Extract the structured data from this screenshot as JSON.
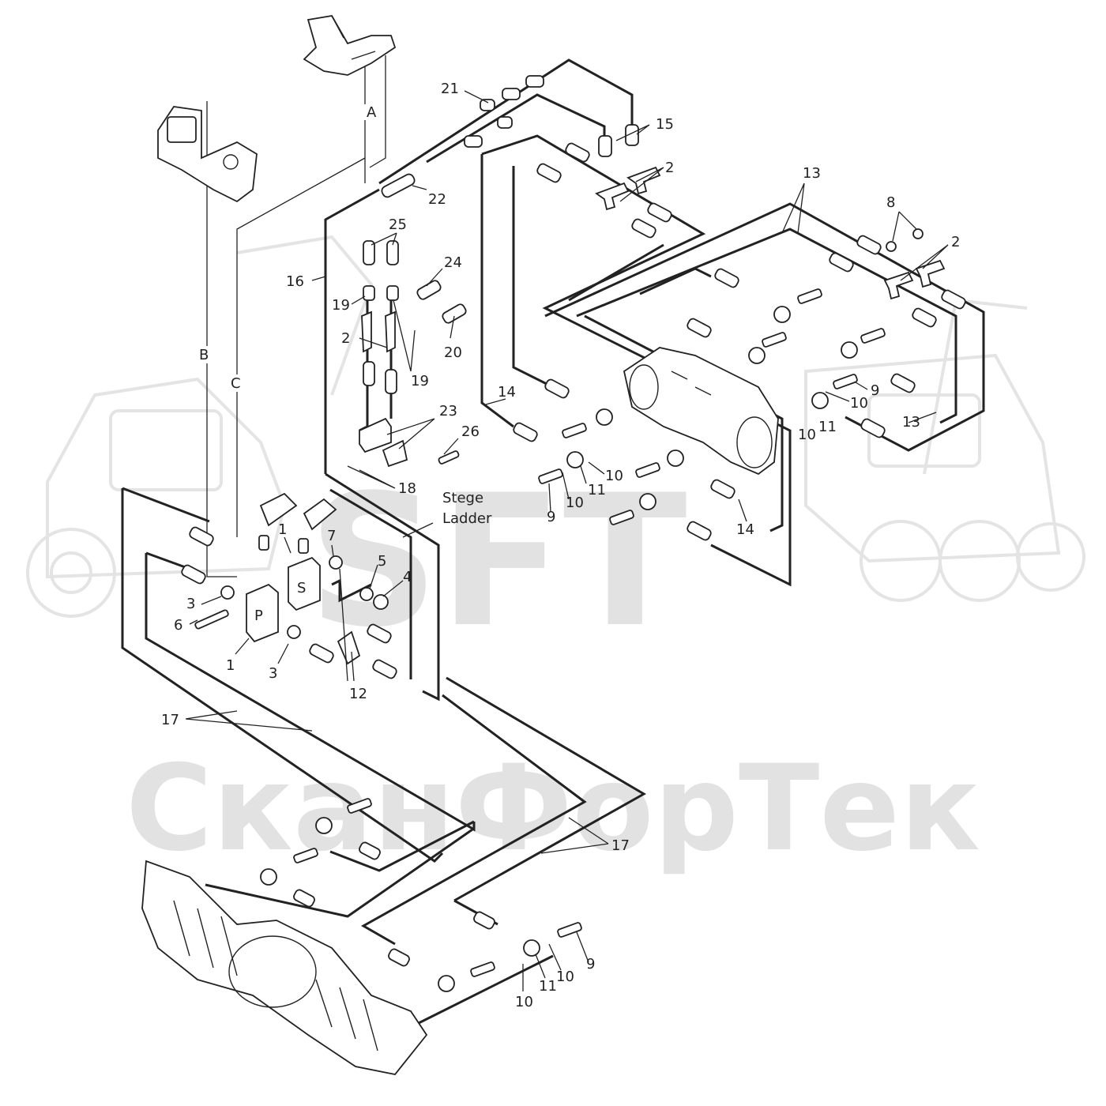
{
  "watermark": {
    "logo_text": "SFT",
    "brand_text": "СканФорТек"
  },
  "lines": {
    "A": "A",
    "B": "B",
    "C": "C"
  },
  "ladder": {
    "line1": "Stege",
    "line2": "Ladder"
  },
  "blocks": {
    "P": "P",
    "S": "S"
  },
  "callouts": [
    {
      "id": "c21",
      "text": "21"
    },
    {
      "id": "c15",
      "text": "15"
    },
    {
      "id": "c2a",
      "text": "2"
    },
    {
      "id": "c22",
      "text": "22"
    },
    {
      "id": "c13a",
      "text": "13"
    },
    {
      "id": "c8",
      "text": "8"
    },
    {
      "id": "c2b",
      "text": "2"
    },
    {
      "id": "c25",
      "text": "25"
    },
    {
      "id": "c16",
      "text": "16"
    },
    {
      "id": "c24",
      "text": "24"
    },
    {
      "id": "c19a",
      "text": "19"
    },
    {
      "id": "c2c",
      "text": "2"
    },
    {
      "id": "c20",
      "text": "20"
    },
    {
      "id": "c19b",
      "text": "19"
    },
    {
      "id": "c9a",
      "text": "9"
    },
    {
      "id": "c10a",
      "text": "10"
    },
    {
      "id": "c13b",
      "text": "13"
    },
    {
      "id": "c14a",
      "text": "14"
    },
    {
      "id": "c10b",
      "text": "10"
    },
    {
      "id": "c11a",
      "text": "11"
    },
    {
      "id": "c23",
      "text": "23"
    },
    {
      "id": "c26",
      "text": "26"
    },
    {
      "id": "c10c",
      "text": "10"
    },
    {
      "id": "c11b",
      "text": "11"
    },
    {
      "id": "c10d",
      "text": "10"
    },
    {
      "id": "c9b",
      "text": "9"
    },
    {
      "id": "c18",
      "text": "18"
    },
    {
      "id": "c14b",
      "text": "14"
    },
    {
      "id": "c1a",
      "text": "1"
    },
    {
      "id": "c7",
      "text": "7"
    },
    {
      "id": "c5",
      "text": "5"
    },
    {
      "id": "c4",
      "text": "4"
    },
    {
      "id": "c3a",
      "text": "3"
    },
    {
      "id": "c6",
      "text": "6"
    },
    {
      "id": "c1b",
      "text": "1"
    },
    {
      "id": "c3b",
      "text": "3"
    },
    {
      "id": "c12",
      "text": "12"
    },
    {
      "id": "c17a",
      "text": "17"
    },
    {
      "id": "c17b",
      "text": "17"
    },
    {
      "id": "c9c",
      "text": "9"
    },
    {
      "id": "c10e",
      "text": "10"
    },
    {
      "id": "c11c",
      "text": "11"
    },
    {
      "id": "c10f",
      "text": "10"
    }
  ]
}
